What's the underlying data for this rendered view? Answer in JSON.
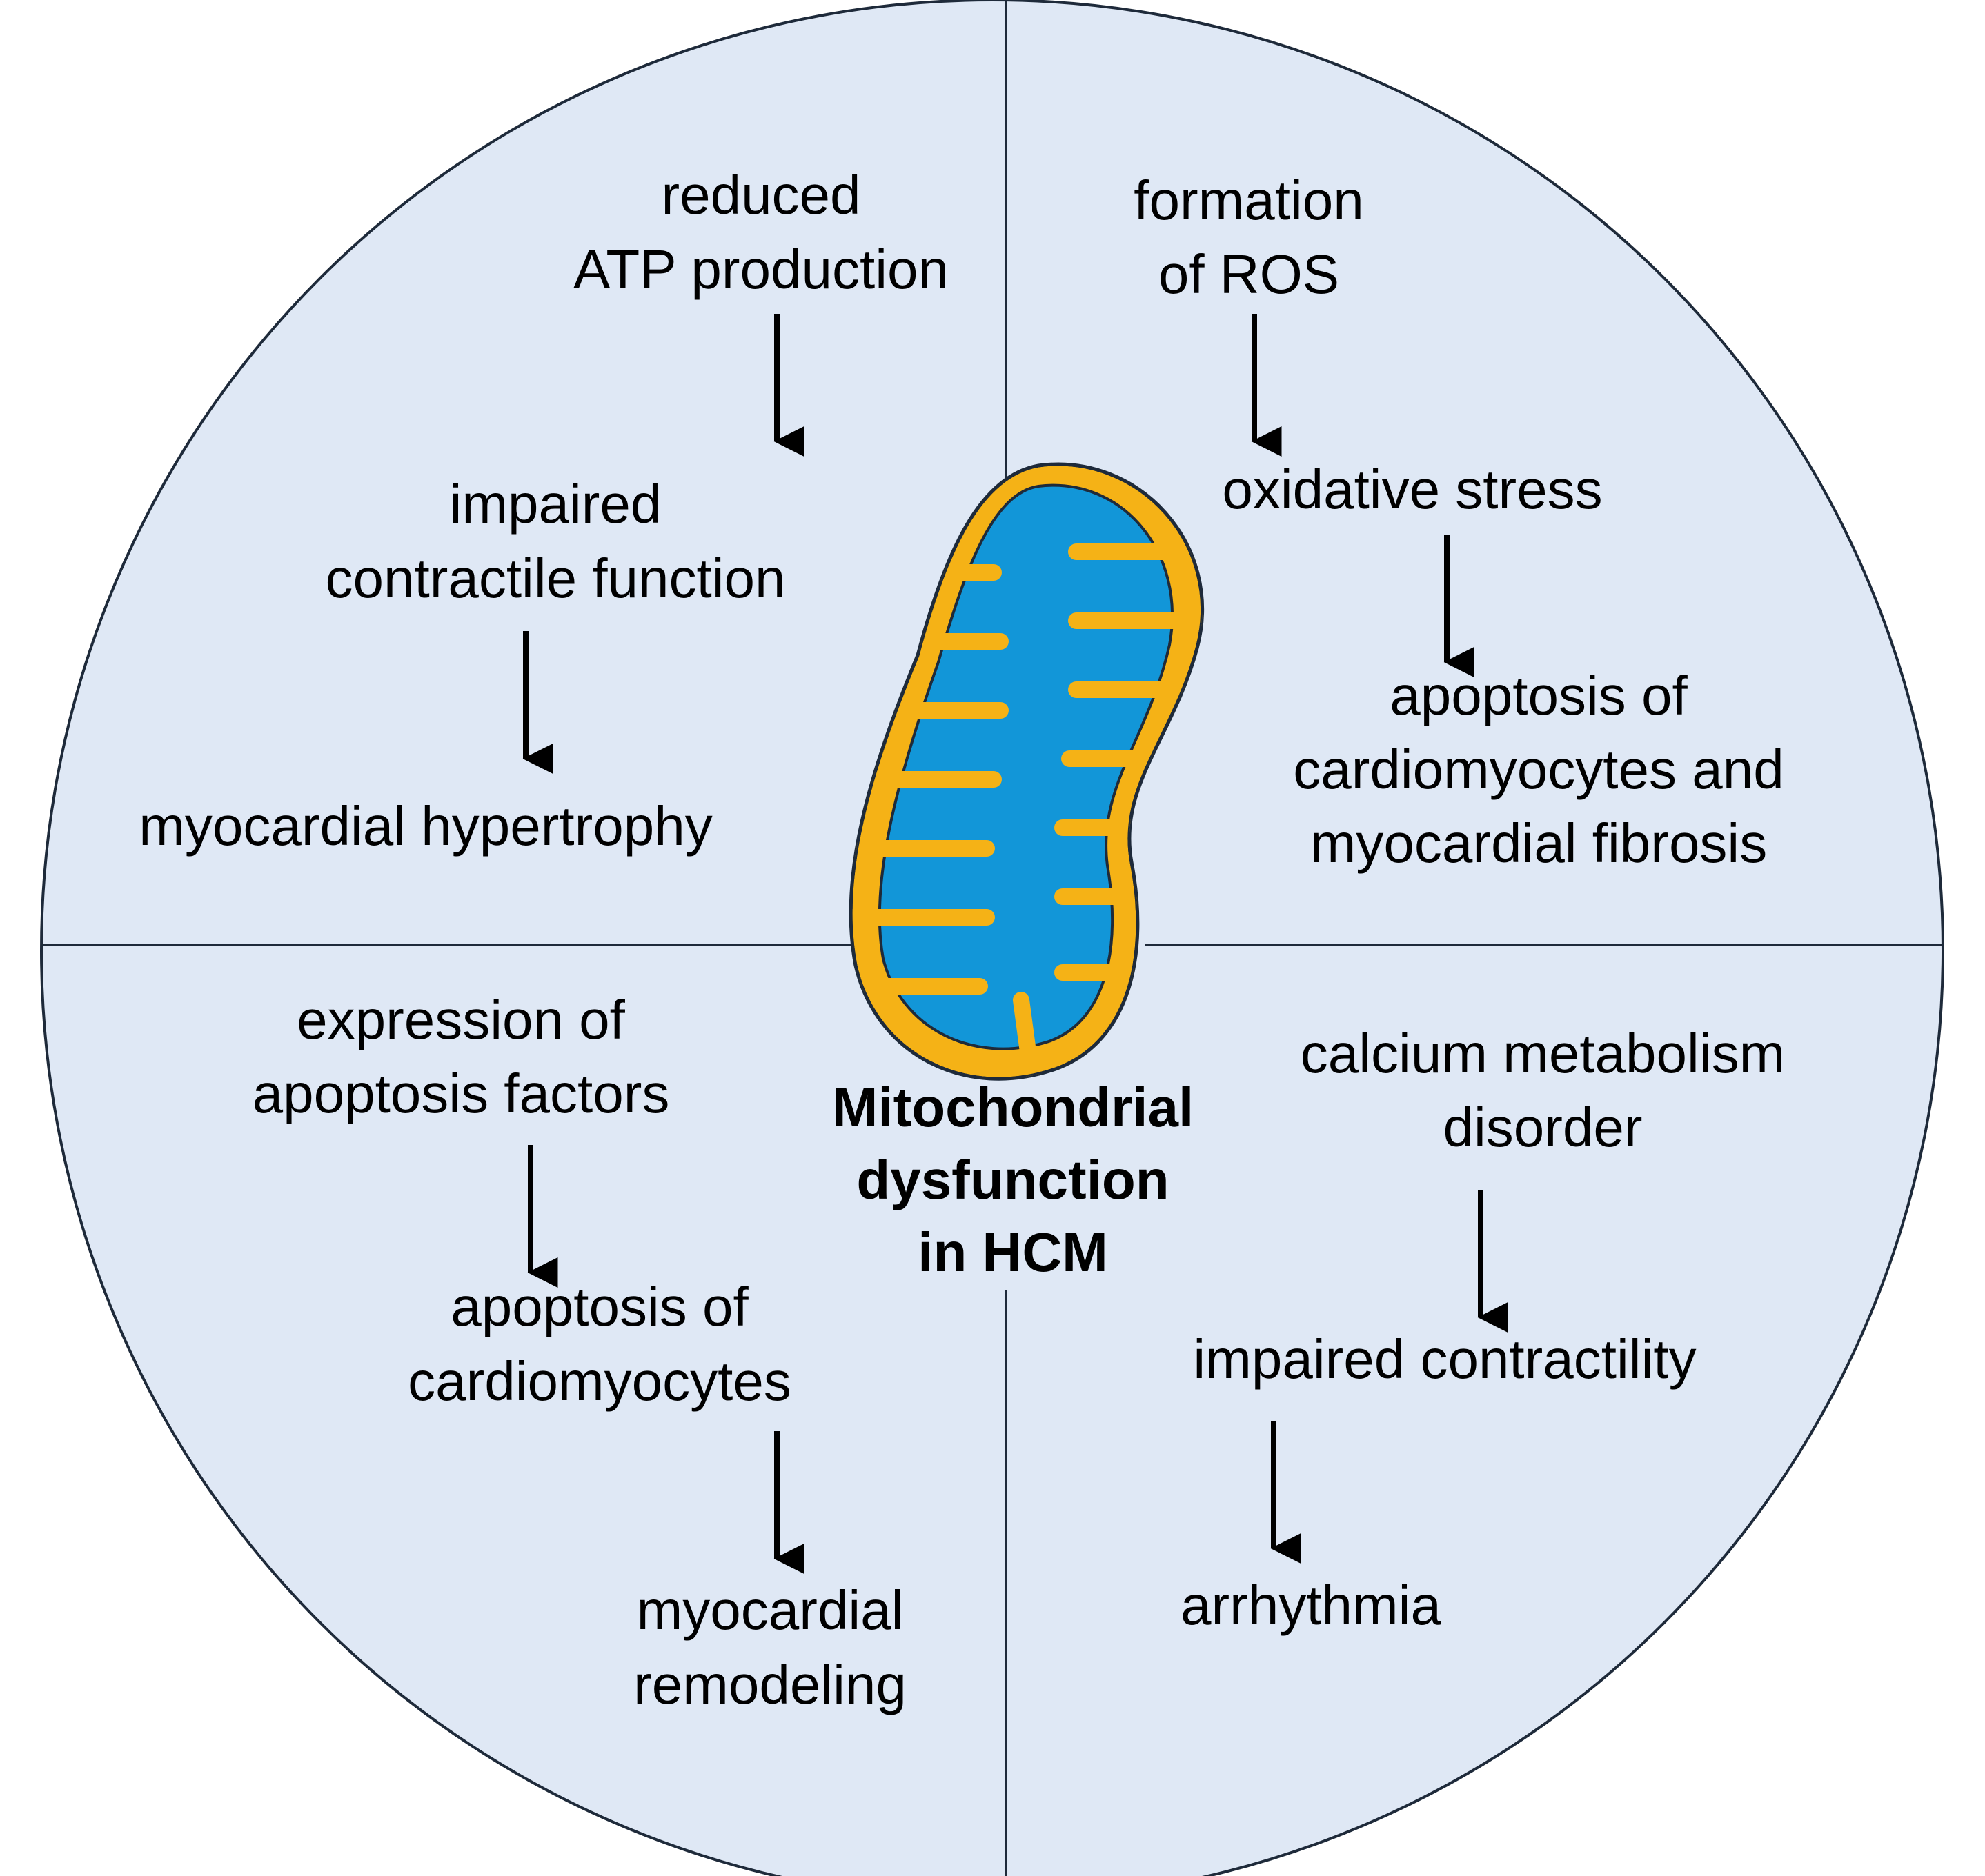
{
  "colors": {
    "background": "#ffffff",
    "circle_fill": "#dfe8f5",
    "outline": "#1e2a3a",
    "arrow": "#000000",
    "mito_outer": "#f5b216",
    "mito_inner": "#1296d8"
  },
  "center": {
    "line1": "Mitochondrial",
    "line2": "dysfunction",
    "line3": "in HCM"
  },
  "quadrants": {
    "top_left": {
      "step1": {
        "line1": "reduced",
        "line2": "ATP production"
      },
      "step2": {
        "line1": "impaired",
        "line2": "contractile function"
      },
      "step3": {
        "line1": "myocardial hypertrophy"
      }
    },
    "top_right": {
      "step1": {
        "line1": "formation",
        "line2": "of ROS"
      },
      "step2": {
        "line1": "oxidative stress"
      },
      "step3": {
        "line1": "apoptosis of",
        "line2": "cardiomyocytes and",
        "line3": "myocardial fibrosis"
      }
    },
    "bottom_left": {
      "step1": {
        "line1": "expression of",
        "line2": "apoptosis factors"
      },
      "step2": {
        "line1": "apoptosis of",
        "line2": "cardiomyocytes"
      },
      "step3": {
        "line1": "myocardial",
        "line2": "remodeling"
      }
    },
    "bottom_right": {
      "step1": {
        "line1": "calcium metabolism",
        "line2": "disorder"
      },
      "step2": {
        "line1": "impaired contractility"
      },
      "step3": {
        "line1": "arrhythmia"
      }
    }
  }
}
